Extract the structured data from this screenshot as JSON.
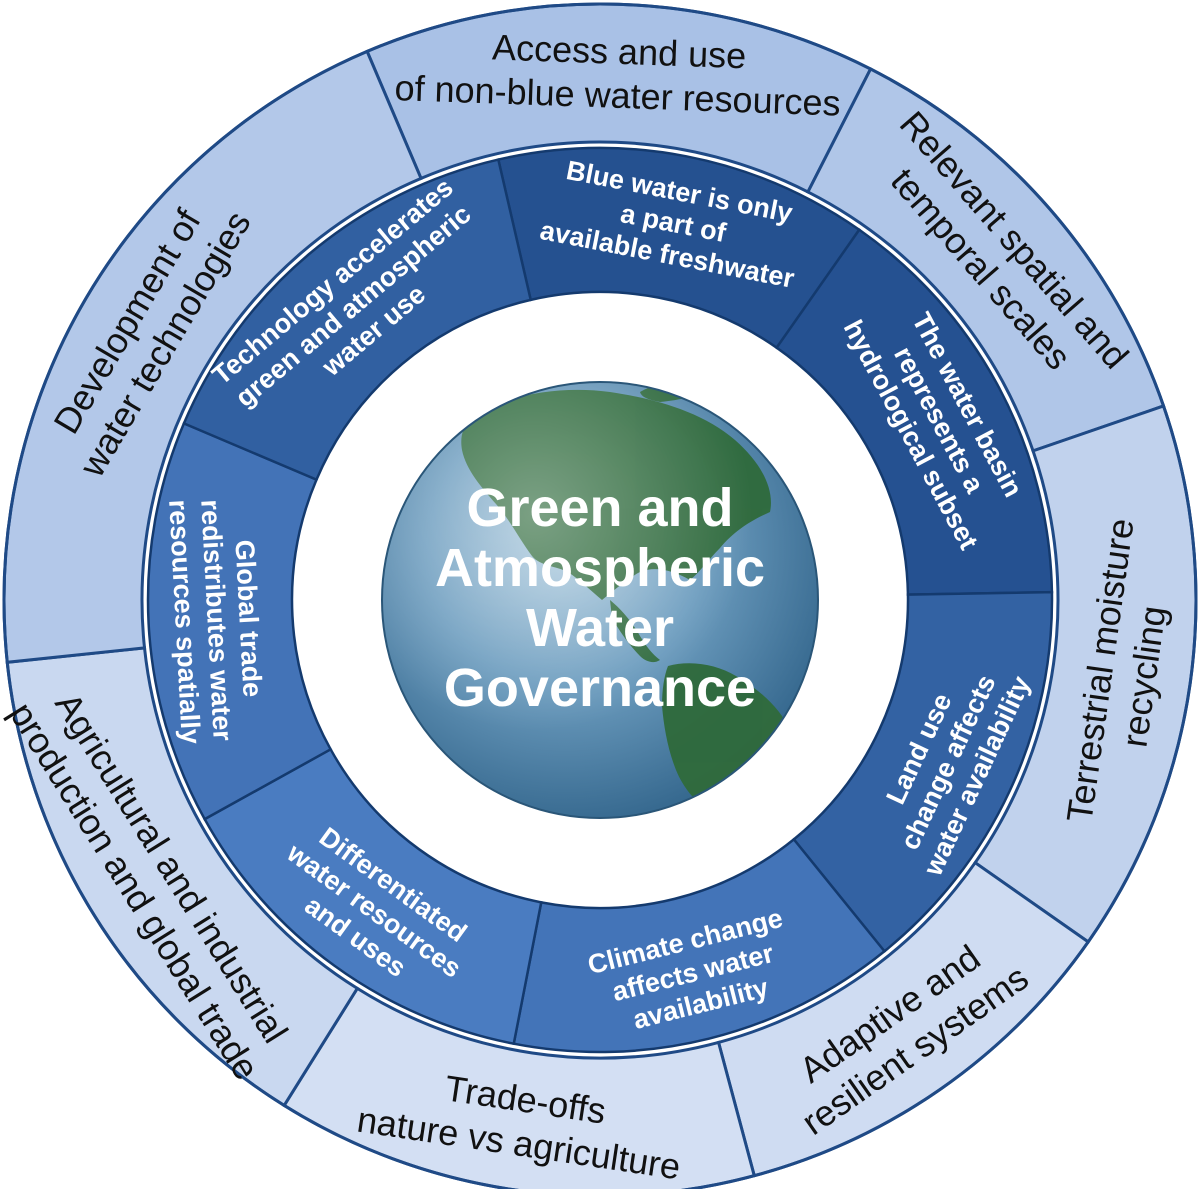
{
  "center": {
    "title_lines": [
      "Green and",
      "Atmospheric",
      "Water",
      "Governance"
    ]
  },
  "inner_ring": [
    {
      "lines": [
        "Blue water is only",
        "a part of",
        "available freshwater"
      ]
    },
    {
      "lines": [
        "The water basin",
        "represents a",
        "hydrological subset"
      ]
    },
    {
      "lines": [
        "Land use",
        "change affects",
        "water availability"
      ]
    },
    {
      "lines": [
        "Climate change",
        "affects water",
        "availability"
      ]
    },
    {
      "lines": [
        "Differentiated",
        "water resources",
        "and uses"
      ]
    },
    {
      "lines": [
        "Global trade",
        "redistributes water",
        "resources spatially"
      ]
    },
    {
      "lines": [
        "Technology accelerates",
        "green and atmospheric",
        "water use"
      ]
    }
  ],
  "outer_ring": [
    {
      "lines": [
        "Access and use",
        "of non-blue water resources"
      ]
    },
    {
      "lines": [
        "Relevant spatial and",
        "temporal scales"
      ]
    },
    {
      "lines": [
        "Terrestrial moisture",
        "recycling"
      ]
    },
    {
      "lines": [
        "Adaptive and",
        "resilient systems"
      ]
    },
    {
      "lines": [
        "Trade-offs",
        "nature vs agriculture"
      ]
    },
    {
      "lines": [
        "Agricultural and industrial",
        "production and global trade"
      ]
    },
    {
      "lines": [
        "Development of",
        "water technologies"
      ]
    }
  ],
  "colors": {
    "outer_ring_light": "#d3dff3",
    "outer_ring_dark": "#a9c1e6",
    "outer_ring_border": "#1f4a86",
    "inner_ring_light": "#4a7cc1",
    "inner_ring_dark": "#234f8e",
    "ocean": "#4f86ad",
    "land": "#2f6a3a"
  }
}
